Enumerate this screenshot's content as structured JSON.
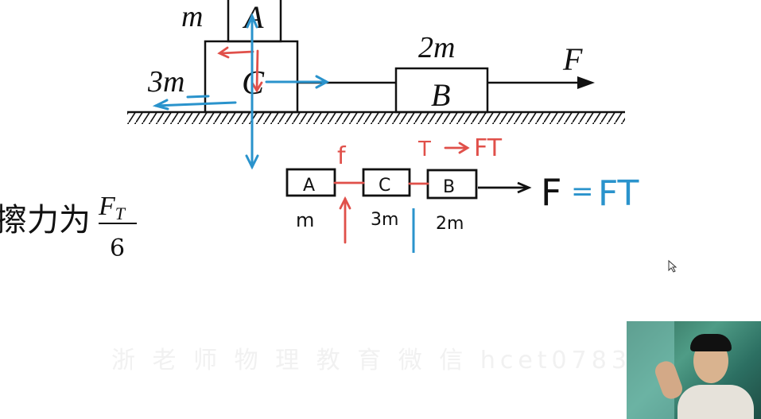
{
  "diagram": {
    "block_a": {
      "label": "A",
      "mass": "m"
    },
    "block_c": {
      "label": "C",
      "mass": "3m"
    },
    "block_b": {
      "label": "B",
      "mass": "2m"
    },
    "force_label": "F"
  },
  "annotations": {
    "box_a": "A",
    "box_c": "C",
    "box_b": "B",
    "mass_a": "m",
    "mass_c": "3m",
    "mass_b": "2m",
    "friction": "f",
    "tension": "T",
    "tension_arrow": "→",
    "tension_result": "FT",
    "equation_f": "F",
    "equation_eq": "=",
    "equation_ft": "FT"
  },
  "formula": {
    "prefix": "擦力为",
    "numerator": "F",
    "numerator_sub": "T",
    "denominator": "6"
  },
  "watermark": "浙 老 师 物 理 教 育    微 信 hcet0783",
  "colors": {
    "ink": "#111111",
    "red": "#e0504a",
    "blue": "#2a93cc"
  }
}
